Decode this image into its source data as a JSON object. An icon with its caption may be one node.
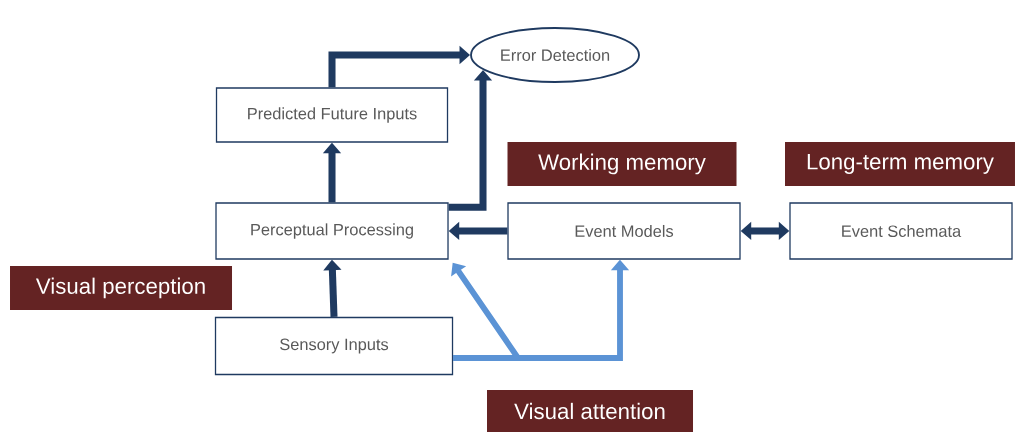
{
  "diagram": {
    "nodes": [
      {
        "text": [
          "Error Detection"
        ]
      },
      {
        "text": [
          "Predicted Future Inputs"
        ]
      },
      {
        "text": [
          "Working memory"
        ]
      },
      {
        "text": [
          "Long-term memory"
        ]
      },
      {
        "text": [
          "Perceptual Processing"
        ]
      },
      {
        "text": [
          "Event Models"
        ]
      },
      {
        "text": [
          "Event Schemata"
        ]
      },
      {
        "text": [
          "Visual perception"
        ]
      },
      {
        "text": [
          "Sensory Inputs"
        ]
      },
      {
        "text": [
          "Visual attention"
        ]
      }
    ],
    "edges": [
      {
        "from": 1,
        "to": 0,
        "arrow": "to"
      },
      {
        "from": 4,
        "to": 0,
        "arrow": "to"
      },
      {
        "from": 4,
        "to": 1,
        "arrow": "to"
      },
      {
        "from": 5,
        "to": 4,
        "arrow": "to"
      },
      {
        "from": 5,
        "to": 6,
        "arrow": "both"
      },
      {
        "from": 8,
        "to": 4,
        "arrow": "to"
      },
      {
        "from": 8,
        "to": 4,
        "arrow": "to",
        "color": "#5b93d5"
      },
      {
        "from": 8,
        "to": 5,
        "arrow": "to",
        "color": "#5b93d5"
      }
    ]
  }
}
